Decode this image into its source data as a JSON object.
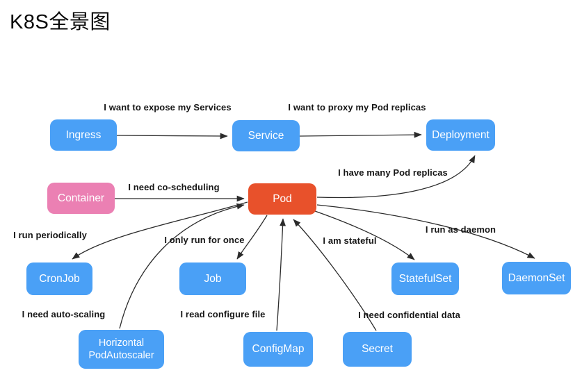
{
  "title": "K8S全景图",
  "colors": {
    "node_blue": "#4AA0F6",
    "node_pink": "#EB80B3",
    "node_orange": "#E8512B",
    "arrow": "#2B2B2B",
    "label_text": "#161616"
  },
  "nodes": {
    "ingress": {
      "label": "Ingress"
    },
    "service": {
      "label": "Service"
    },
    "deployment": {
      "label": "Deployment"
    },
    "container": {
      "label": "Container"
    },
    "pod": {
      "label": "Pod"
    },
    "cronjob": {
      "label": "CronJob"
    },
    "job": {
      "label": "Job"
    },
    "statefulset": {
      "label": "StatefulSet"
    },
    "daemonset": {
      "label": "DaemonSet"
    },
    "horizontal_pod_autoscaler": {
      "label": "Horizontal PodAutoscaler"
    },
    "configmap": {
      "label": "ConfigMap"
    },
    "secret": {
      "label": "Secret"
    }
  },
  "edge_labels": {
    "ingress_service": "I want to expose my Services",
    "service_deployment": "I want to proxy my Pod replicas",
    "pod_deployment": "I have many Pod replicas",
    "container_pod": "I need co-scheduling",
    "pod_cronjob": "I run periodically",
    "pod_job": "I only run for once",
    "pod_statefulset": "I am stateful",
    "pod_daemonset": "I run as daemon",
    "hpa_pod": "I need auto-scaling",
    "configmap_pod": "I read configure file",
    "secret_pod": "I need confidential data"
  }
}
